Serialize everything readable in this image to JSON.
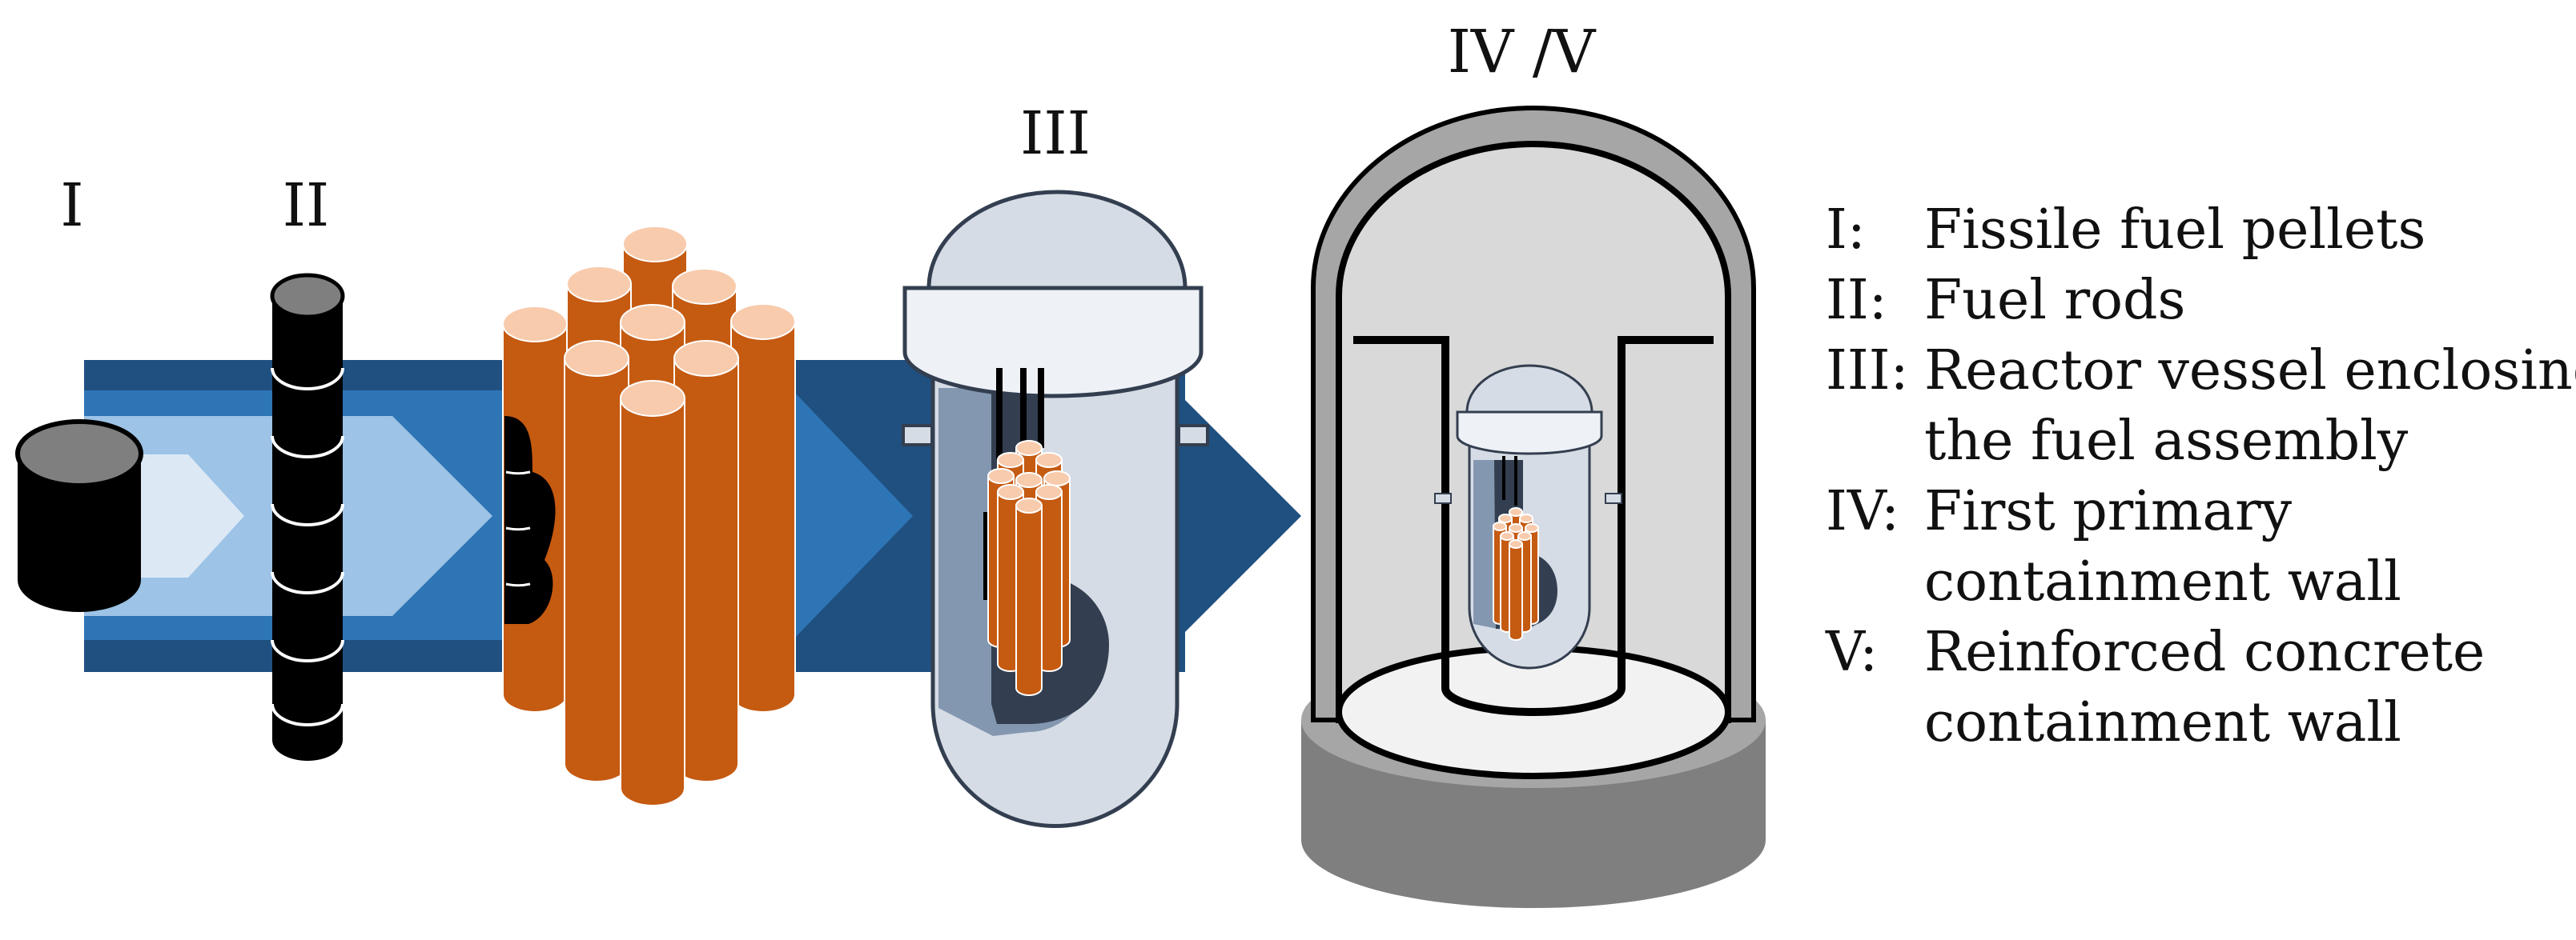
{
  "stage_labels": {
    "I": "I",
    "II": "II",
    "III": "III",
    "IV_V": "IV /V"
  },
  "legend": [
    {
      "code": "I:",
      "lines": [
        "Fissile fuel pellets"
      ]
    },
    {
      "code": "II:",
      "lines": [
        "Fuel rods"
      ]
    },
    {
      "code": "III:",
      "lines": [
        "Reactor vessel enclosing",
        "the fuel assembly"
      ]
    },
    {
      "code": "IV:",
      "lines": [
        "First primary",
        "containment wall"
      ]
    },
    {
      "code": "V:",
      "lines": [
        "Reinforced concrete",
        "containment wall"
      ]
    }
  ],
  "colors": {
    "band_dark": "#1f5080",
    "band_mid": "#2e75b6",
    "band_light": "#9dc3e6",
    "band_lightest": "#dce9f5",
    "rod_orange": "#c55a11",
    "rod_top": "#f8cbad",
    "pellet_black": "#000000",
    "pellet_top": "#7f7f7f",
    "vessel_light": "#d6dce5",
    "vessel_mid": "#8497b0",
    "vessel_dark": "#333f50",
    "containment_light": "#d9d9d9",
    "containment_floor": "#f2f2f2",
    "containment_base": "#a6a6a6",
    "concrete_gray": "#7f7f7f"
  }
}
